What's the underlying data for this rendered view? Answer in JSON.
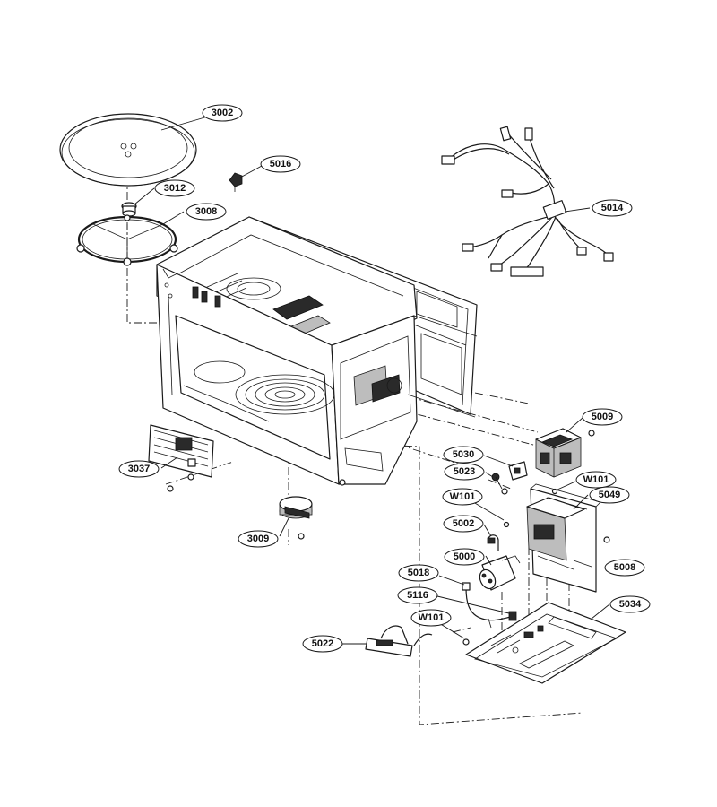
{
  "callouts": [
    {
      "id": "c3002",
      "label": "3002"
    },
    {
      "id": "c5016",
      "label": "5016"
    },
    {
      "id": "c3012",
      "label": "3012"
    },
    {
      "id": "c3008",
      "label": "3008"
    },
    {
      "id": "c5014",
      "label": "5014"
    },
    {
      "id": "c5009",
      "label": "5009"
    },
    {
      "id": "c5030",
      "label": "5030"
    },
    {
      "id": "c5023",
      "label": "5023"
    },
    {
      "id": "c3037",
      "label": "3037"
    },
    {
      "id": "cW101a",
      "label": "W101"
    },
    {
      "id": "cW101b",
      "label": "W101"
    },
    {
      "id": "c5049",
      "label": "5049"
    },
    {
      "id": "c5002",
      "label": "5002"
    },
    {
      "id": "c5000",
      "label": "5000"
    },
    {
      "id": "c5008",
      "label": "5008"
    },
    {
      "id": "c3009",
      "label": "3009"
    },
    {
      "id": "c5018",
      "label": "5018"
    },
    {
      "id": "c5116",
      "label": "5116"
    },
    {
      "id": "c5034",
      "label": "5034"
    },
    {
      "id": "cW101c",
      "label": "W101"
    },
    {
      "id": "c5022",
      "label": "5022"
    }
  ]
}
